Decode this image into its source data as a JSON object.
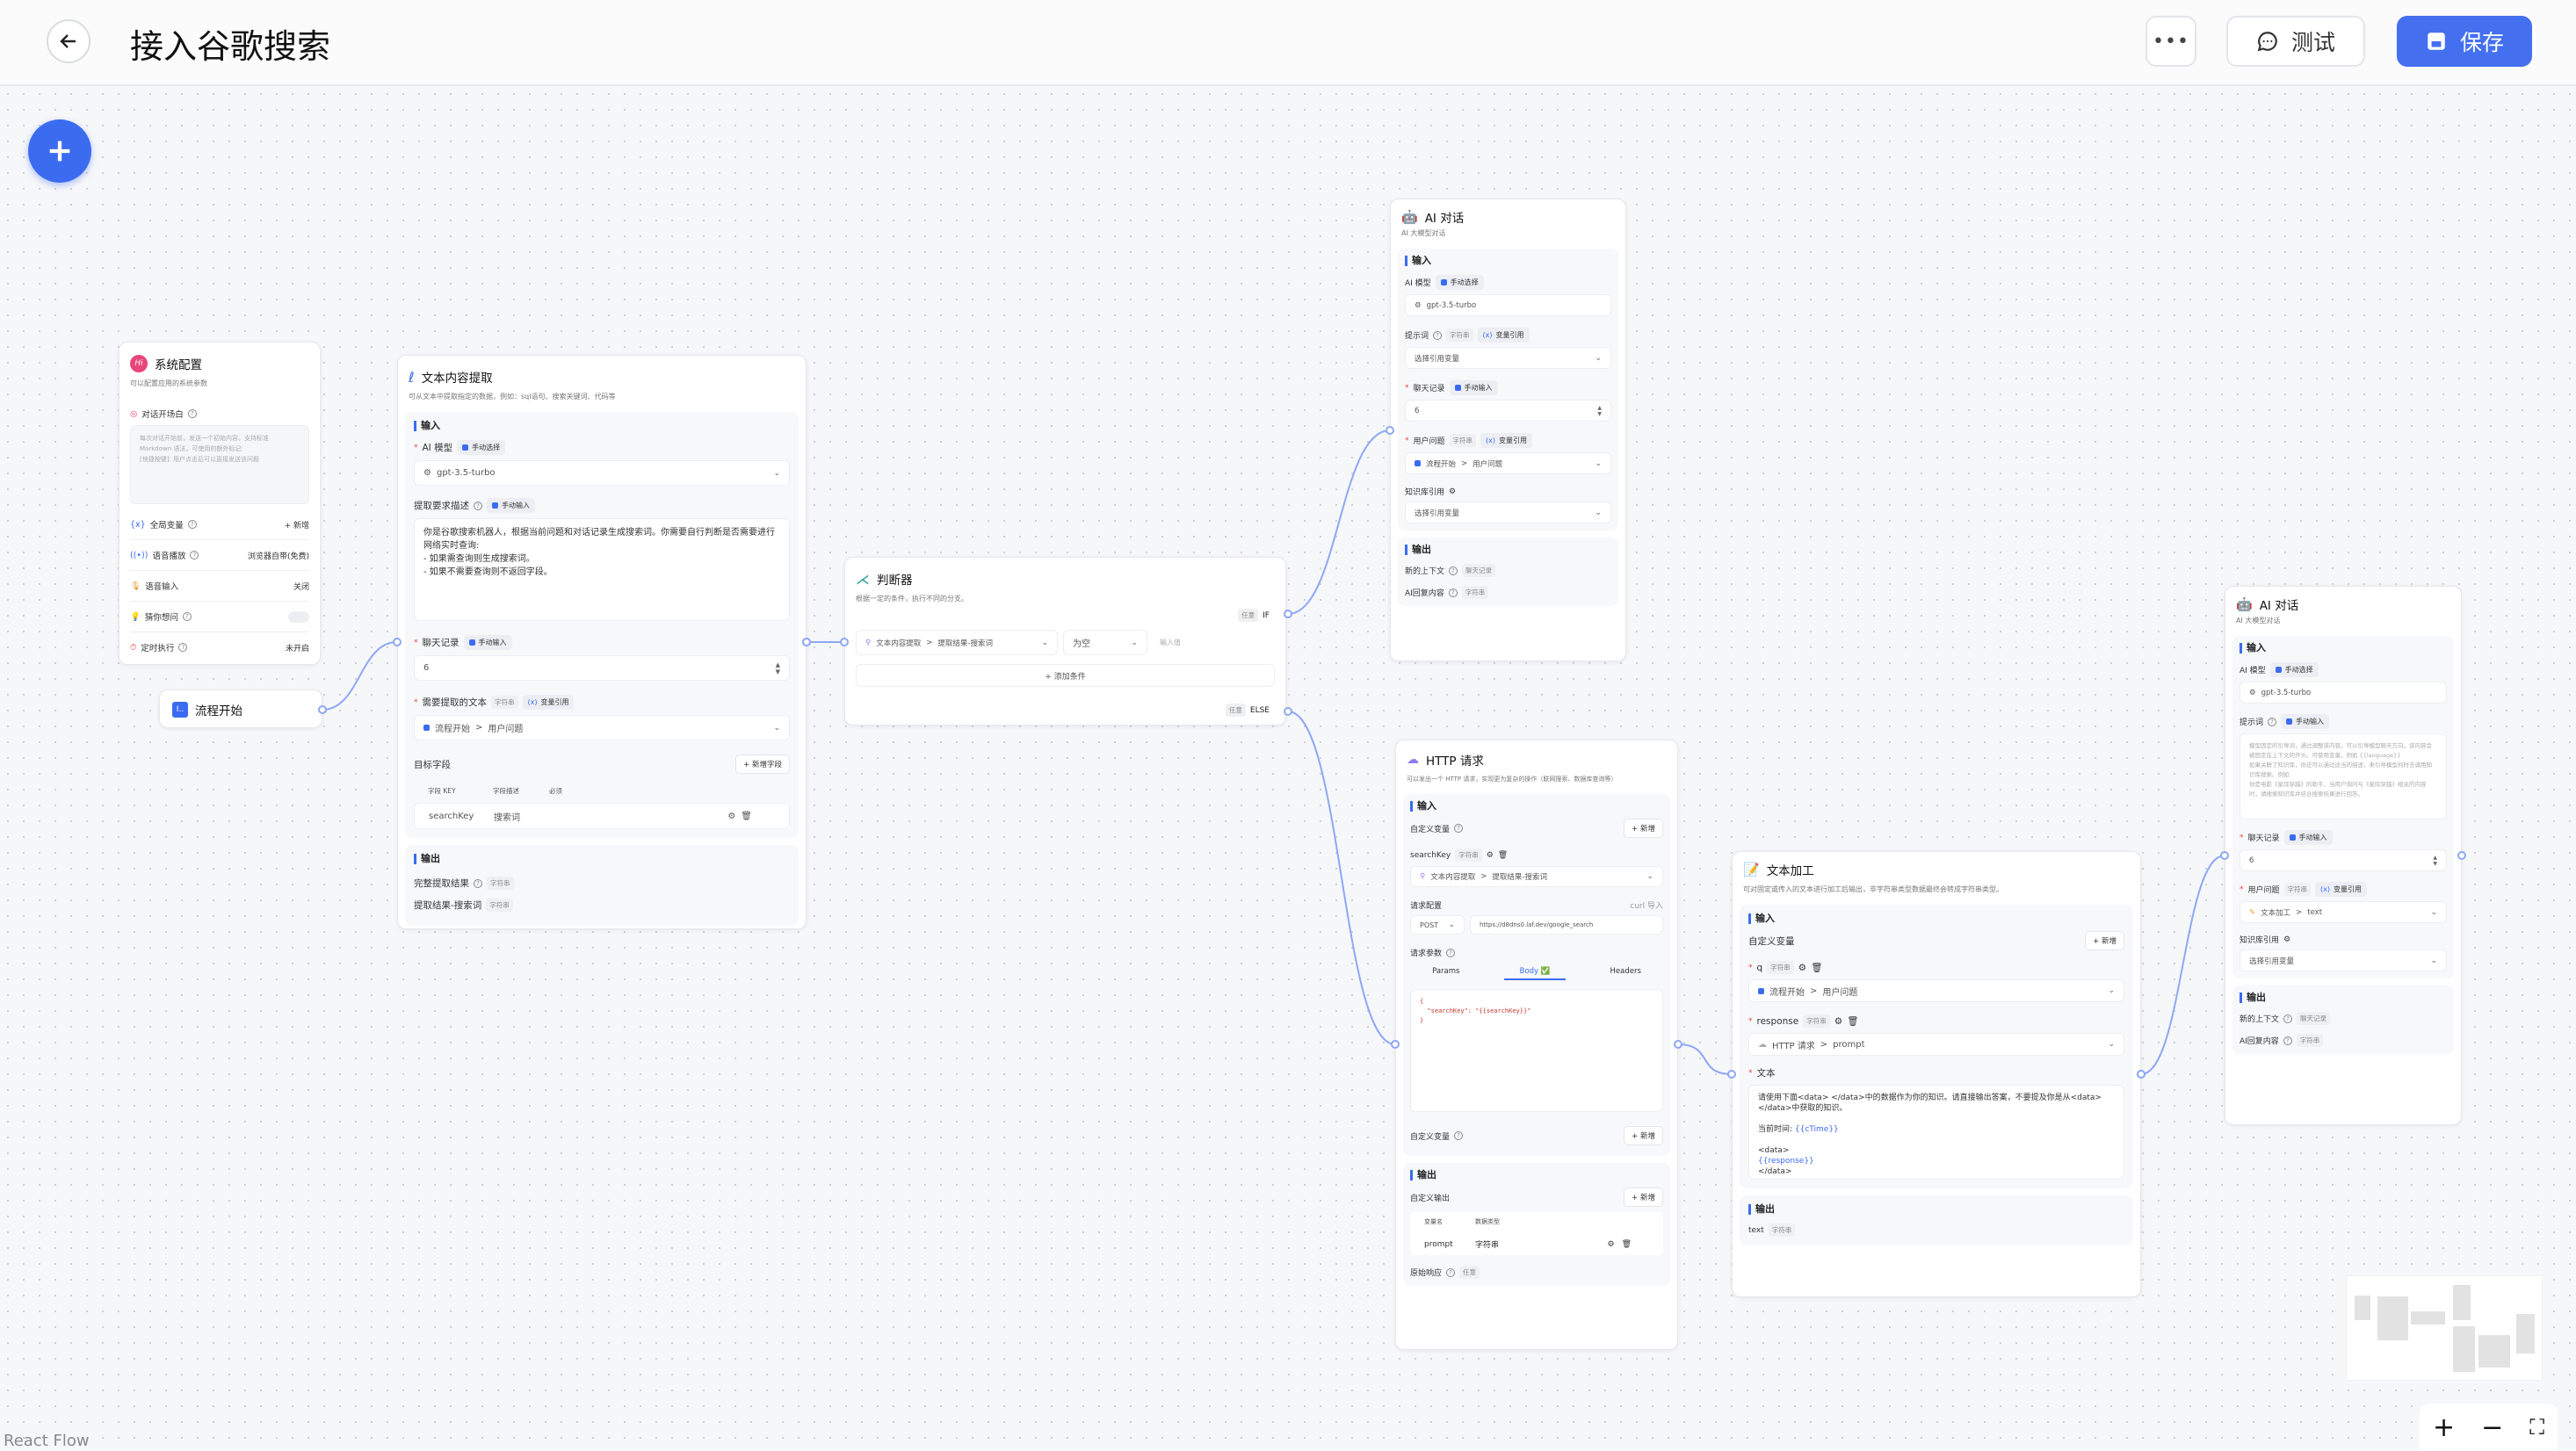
{
  "header": {
    "title": "接入谷歌搜索",
    "test_label": "测试",
    "save_label": "保存",
    "icons": {
      "back": "arrow-left-icon",
      "more": "ellipsis-icon",
      "test": "chat-bubble-icon",
      "save": "floppy-disk-icon"
    },
    "accent": "#4470f0"
  },
  "common": {
    "input": "输入",
    "output": "输出",
    "manual_select": "手动选择",
    "manual_input": "手动输入",
    "var_ref": "变量引用",
    "string": "字符串",
    "add": "新增",
    "any": "任意",
    "chat_history": "聊天记录",
    "model": "gpt-3.5-turbo",
    "select_var": "选择引用变量",
    "sep": ">"
  },
  "system_config": {
    "title": "系统配置",
    "desc": "可以配置应用的系统参数",
    "opening_label": "对话开场白",
    "opening_placeholder": "每次对话开始前，发送一个初始内容。支持标准 Markdown 语法，可使用的额外标记:\n[快捷按键]: 用户点击后可以直接发送该问题",
    "global_vars": "全局变量",
    "add": "+ 新增",
    "tts": "语音播放",
    "tts_value": "浏览器自带(免费)",
    "voice_input": "语音输入",
    "voice_value": "关闭",
    "guess": "猜你想问",
    "guess_enabled": false,
    "timer": "定时执行",
    "timer_value": "未开启"
  },
  "flow_start": {
    "title": "流程开始"
  },
  "extract": {
    "title": "文本内容提取",
    "desc": "可从文本中提取指定的数据，例如：sql语句、搜索关键词、代码等",
    "model_label": "AI 模型",
    "desc_label": "提取要求描述",
    "prompt": "你是谷歌搜索机器人，根据当前问题和对话记录生成搜索词。你需要自行判断是否需要进行网络实时查询:\n- 如果需查询则生成搜索词。\n- 如果不需要查询则不返回字段。",
    "history_label": "聊天记录",
    "history": "6",
    "text_label": "需要提取的文本",
    "text_ref": [
      "流程开始",
      "用户问题"
    ],
    "target_label": "目标字段",
    "add_field": "+ 新增字段",
    "columns": [
      "字段 KEY",
      "字段描述",
      "必须"
    ],
    "rows": [
      {
        "key": "searchKey",
        "desc": "搜索词"
      }
    ],
    "outputs": [
      {
        "label": "完整提取结果",
        "type": "字符串"
      },
      {
        "label": "提取结果-搜索词",
        "type": "字符串"
      }
    ]
  },
  "judge": {
    "title": "判断器",
    "desc": "根据一定的条件，执行不同的分支。",
    "if_label": "IF",
    "else_label": "ELSE",
    "condition_ref": [
      "文本内容提取",
      "提取结果-搜索词"
    ],
    "operator": "为空",
    "value_placeholder": "输入值",
    "add_condition": "+ 添加条件"
  },
  "ai_chat_1": {
    "title": "AI 对话",
    "desc": "AI 大模型对话",
    "model_label": "AI 模型",
    "prompt_label": "提示词",
    "history": "6",
    "question_label": "用户问题",
    "question_ref": [
      "流程开始",
      "用户问题"
    ],
    "kb_label": "知识库引用",
    "outputs": [
      {
        "label": "新的上下文",
        "type": "聊天记录"
      },
      {
        "label": "AI回复内容",
        "type": "字符串"
      }
    ]
  },
  "http": {
    "title": "HTTP 请求",
    "desc": "可以发出一个 HTTP 请求，实现更为复杂的操作（联网搜索、数据库查询等）",
    "custom_var": "自定义变量",
    "var_name": "searchKey",
    "var_ref": [
      "文本内容提取",
      "提取结果-搜索词"
    ],
    "req_config": "请求配置",
    "curl_import": "curl 导入",
    "method": "POST",
    "url": "https://d8dns0.laf.dev/google_search",
    "params_label": "请求参数",
    "tabs": [
      "Params",
      "Body ✅",
      "Headers"
    ],
    "active_tab": 1,
    "body": "{\n  \"searchKey\": \"{{searchKey}}\"\n}",
    "custom_var2": "自定义变量",
    "custom_output": "自定义输出",
    "out_columns": [
      "变量名",
      "数据类型"
    ],
    "out_rows": [
      {
        "name": "prompt",
        "type": "字符串"
      }
    ],
    "raw_response": "原始响应",
    "raw_type": "任意"
  },
  "text_process": {
    "title": "文本加工",
    "desc": "可对固定或传入的文本进行加工后输出，非字符串类型数据最终会转成字符串类型。",
    "custom_var": "自定义变量",
    "vars": [
      {
        "name": "q",
        "ref": [
          "流程开始",
          "用户问题"
        ]
      },
      {
        "name": "response",
        "ref": [
          "HTTP 请求",
          "prompt"
        ]
      }
    ],
    "text_label": "文本",
    "text_lines": [
      "请使用下面<data> </data>中的数据作为你的知识。请直接输出答案，不要提及你是从<data> </data>中获取的知识。",
      "",
      "当前时间: ",
      "{{cTime}}",
      "",
      "<data>",
      "{{response}}",
      "</data>"
    ],
    "outputs": [
      {
        "label": "text",
        "type": "字符串"
      }
    ]
  },
  "ai_chat_2": {
    "title": "AI 对话",
    "desc": "AI 大模型对话",
    "model_label": "AI 模型",
    "prompt_label": "提示词",
    "prompt_placeholder": "模型固定的引导词，通过调整该内容，可以引导模型聊天方向。该内容会被固定在上下文的开头。可使用变量，例如 {{language}}\n如果关联了知识库，你还可以通过适当的描述，来引导模型何时去调用知识库搜索。例如:\n你是电影《星际穿越》的助手，当用户询问与《星际穿越》相关的内容时，请搜索知识库并结合搜索结果进行回答。",
    "history": "6",
    "question_label": "用户问题",
    "question_ref": [
      "文本加工",
      "text"
    ],
    "kb_label": "知识库引用",
    "outputs": [
      {
        "label": "新的上下文",
        "type": "聊天记录"
      },
      {
        "label": "AI回复内容",
        "type": "字符串"
      }
    ]
  },
  "footer": {
    "attribution": "React Flow",
    "controls": [
      "+",
      "−",
      "⛶"
    ]
  }
}
